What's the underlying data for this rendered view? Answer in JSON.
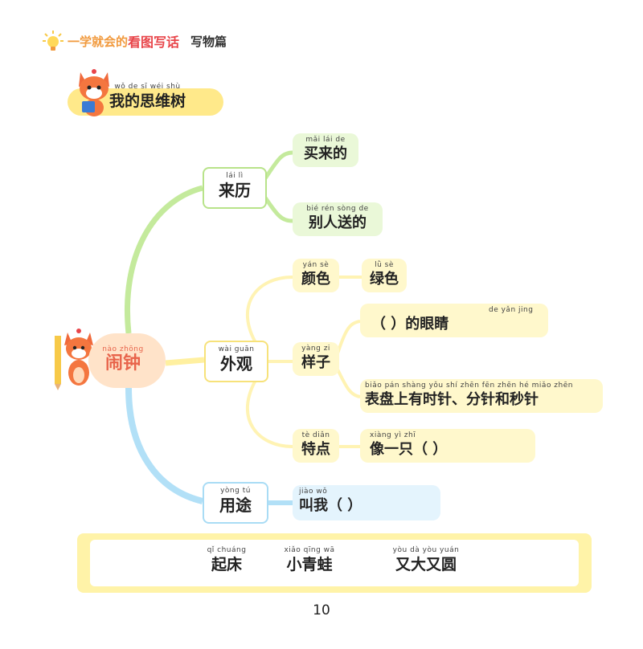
{
  "header": {
    "series_part1": "一学就会的",
    "series_part2": "看图写话",
    "section": "写物篇"
  },
  "banner": {
    "pinyin": "wǒ  de  sī  wéi  shù",
    "text": "我的思维树"
  },
  "center": {
    "pinyin": "nào zhōng",
    "text": "闹钟"
  },
  "branches": [
    {
      "pinyin": "lái   lì",
      "text": "来历",
      "items": [
        {
          "pinyin": "mǎi  lái  de",
          "text": "买来的"
        },
        {
          "pinyin": "bié  rén sòng de",
          "text": "别人送的"
        }
      ]
    },
    {
      "pinyin": "wài guān",
      "text": "外观",
      "items": [
        {
          "pinyin": "yán  sè",
          "text": "颜色",
          "detail_pinyin": "lǜ  sè",
          "detail": "绿色"
        },
        {
          "pinyin": "yàng  zi",
          "text": "样子",
          "details": [
            {
              "pinyin": "de yǎn jing",
              "text": "（                    ）的眼睛"
            },
            {
              "pinyin": "biǎo pán shàng yǒu  shí  zhēn       fēn zhēn  hé  miǎo zhēn",
              "text": "表盘上有时针、分针和秒针"
            }
          ]
        },
        {
          "pinyin": "tè  diǎn",
          "text": "特点",
          "detail_pinyin": "xiàng  yì  zhī",
          "detail": "像一只（                ）"
        }
      ]
    },
    {
      "pinyin": "yòng  tú",
      "text": "用途",
      "items": [
        {
          "pinyin": "jiào  wǒ",
          "text": "叫我（                  ）"
        }
      ]
    }
  ],
  "word_bank": [
    {
      "pinyin": "qǐ chuáng",
      "text": "起床"
    },
    {
      "pinyin": "xiǎo qīng wā",
      "text": "小青蛙"
    },
    {
      "pinyin": "yòu  dà  yòu yuán",
      "text": "又大又圆"
    }
  ],
  "page_number": "10",
  "colors": {
    "green": "#b8e38a",
    "yellow": "#fff1a0",
    "blue": "#a9dcf5",
    "orange": "#f19a3e",
    "red": "#e8454a"
  }
}
